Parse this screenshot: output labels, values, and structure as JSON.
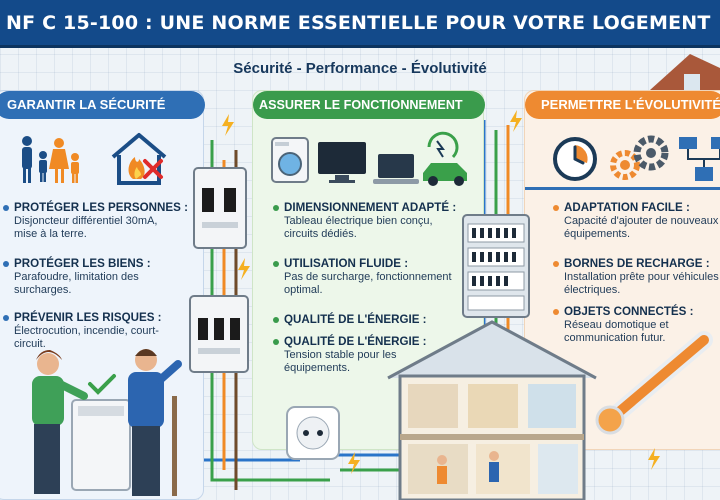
{
  "header": {
    "title": "NF C 15-100 : UNE NORME ESSENTIELLE POUR VOTRE LOGEMENT"
  },
  "subtitle": "Sécurité - Performance - Évolutivité",
  "columns": [
    {
      "title": "GARANTIR LA SÉCURITÉ",
      "items": [
        {
          "title": "PROTÉGER LES PERSONNES :",
          "desc": "Disjoncteur différentiel 30mA, mise à la terre."
        },
        {
          "title": "PROTÉGER LES BIENS :",
          "desc": "Parafoudre, limitation des surcharges."
        },
        {
          "title": "PRÉVENIR LES RISQUES :",
          "desc": "Électrocution, incendie, court-circuit."
        }
      ]
    },
    {
      "title": "ASSURER LE FONCTIONNEMENT",
      "items": [
        {
          "title": "DIMENSIONNEMENT ADAPTÉ :",
          "desc": "Tableau électrique bien conçu, circuits dédiés."
        },
        {
          "title": "UTILISATION FLUIDE :",
          "desc": "Pas de surcharge, fonctionnement optimal."
        },
        {
          "title": "QUALITÉ DE L'ÉNERGIE :",
          "desc": ""
        },
        {
          "title": "QUALITÉ DE L'ÉNERGIE :",
          "desc": "Tension stable pour les équipements."
        }
      ]
    },
    {
      "title": "PERMETTRE L'ÉVOLUTIVITÉ",
      "items": [
        {
          "title": "ADAPTATION FACILE :",
          "desc": "Capacité d'ajouter de nouveaux équipements."
        },
        {
          "title": "BORNES DE RECHARGE :",
          "desc": "Installation prête pour véhicules électriques."
        },
        {
          "title": "OBJETS CONNECTÉS :",
          "desc": "Réseau domotique et communication futur."
        }
      ]
    }
  ],
  "colors": {
    "left": "#2f6fb5",
    "mid": "#3a9b4c",
    "right": "#ee8a31",
    "header": "#134a8a"
  },
  "icons": [
    "family-icon",
    "house-fire-icon",
    "washing-machine-icon",
    "tv-icon",
    "laptop-icon",
    "electric-car-icon",
    "clock-icon",
    "gears-icon",
    "network-icon",
    "breaker-icon",
    "electrical-panel-icon",
    "outlet-icon",
    "lightning-icon",
    "house-cutaway-icon",
    "thermometer-icon",
    "check-icon"
  ]
}
